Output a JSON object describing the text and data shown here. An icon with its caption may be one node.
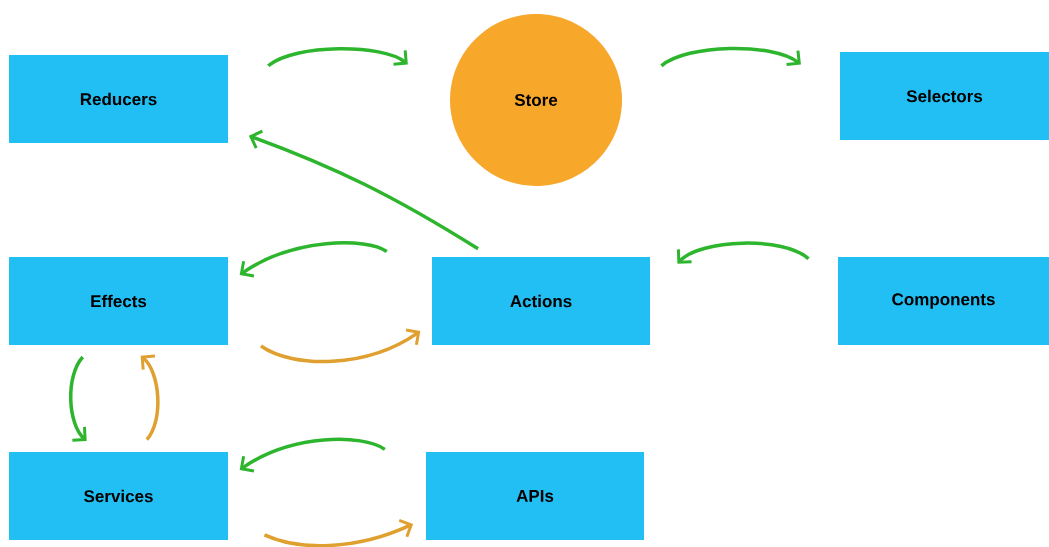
{
  "diagram": {
    "nodes": [
      {
        "text": [
          "Reducers"
        ]
      },
      {
        "text": [
          "Store"
        ]
      },
      {
        "text": [
          "Selectors"
        ]
      },
      {
        "text": [
          "Effects"
        ]
      },
      {
        "text": [
          "Actions"
        ]
      },
      {
        "text": [
          "Components"
        ]
      },
      {
        "text": [
          "Services"
        ]
      },
      {
        "text": [
          "APIs"
        ]
      }
    ],
    "edges": [
      {
        "from": 0,
        "to": 1,
        "arrow": "to"
      },
      {
        "from": 1,
        "to": 2,
        "arrow": "to"
      },
      {
        "from": 4,
        "to": 0,
        "arrow": "to"
      },
      {
        "from": 4,
        "to": 3,
        "arrow": "to"
      },
      {
        "from": 3,
        "to": 4,
        "arrow": "to",
        "color": "#e0a030"
      },
      {
        "from": 5,
        "to": 4,
        "arrow": "to"
      },
      {
        "from": 3,
        "to": 6,
        "arrow": "to"
      },
      {
        "from": 6,
        "to": 3,
        "arrow": "to",
        "color": "#e0a030"
      },
      {
        "from": 7,
        "to": 6,
        "arrow": "to"
      },
      {
        "from": 6,
        "to": 7,
        "arrow": "to",
        "color": "#e0a030"
      }
    ]
  }
}
